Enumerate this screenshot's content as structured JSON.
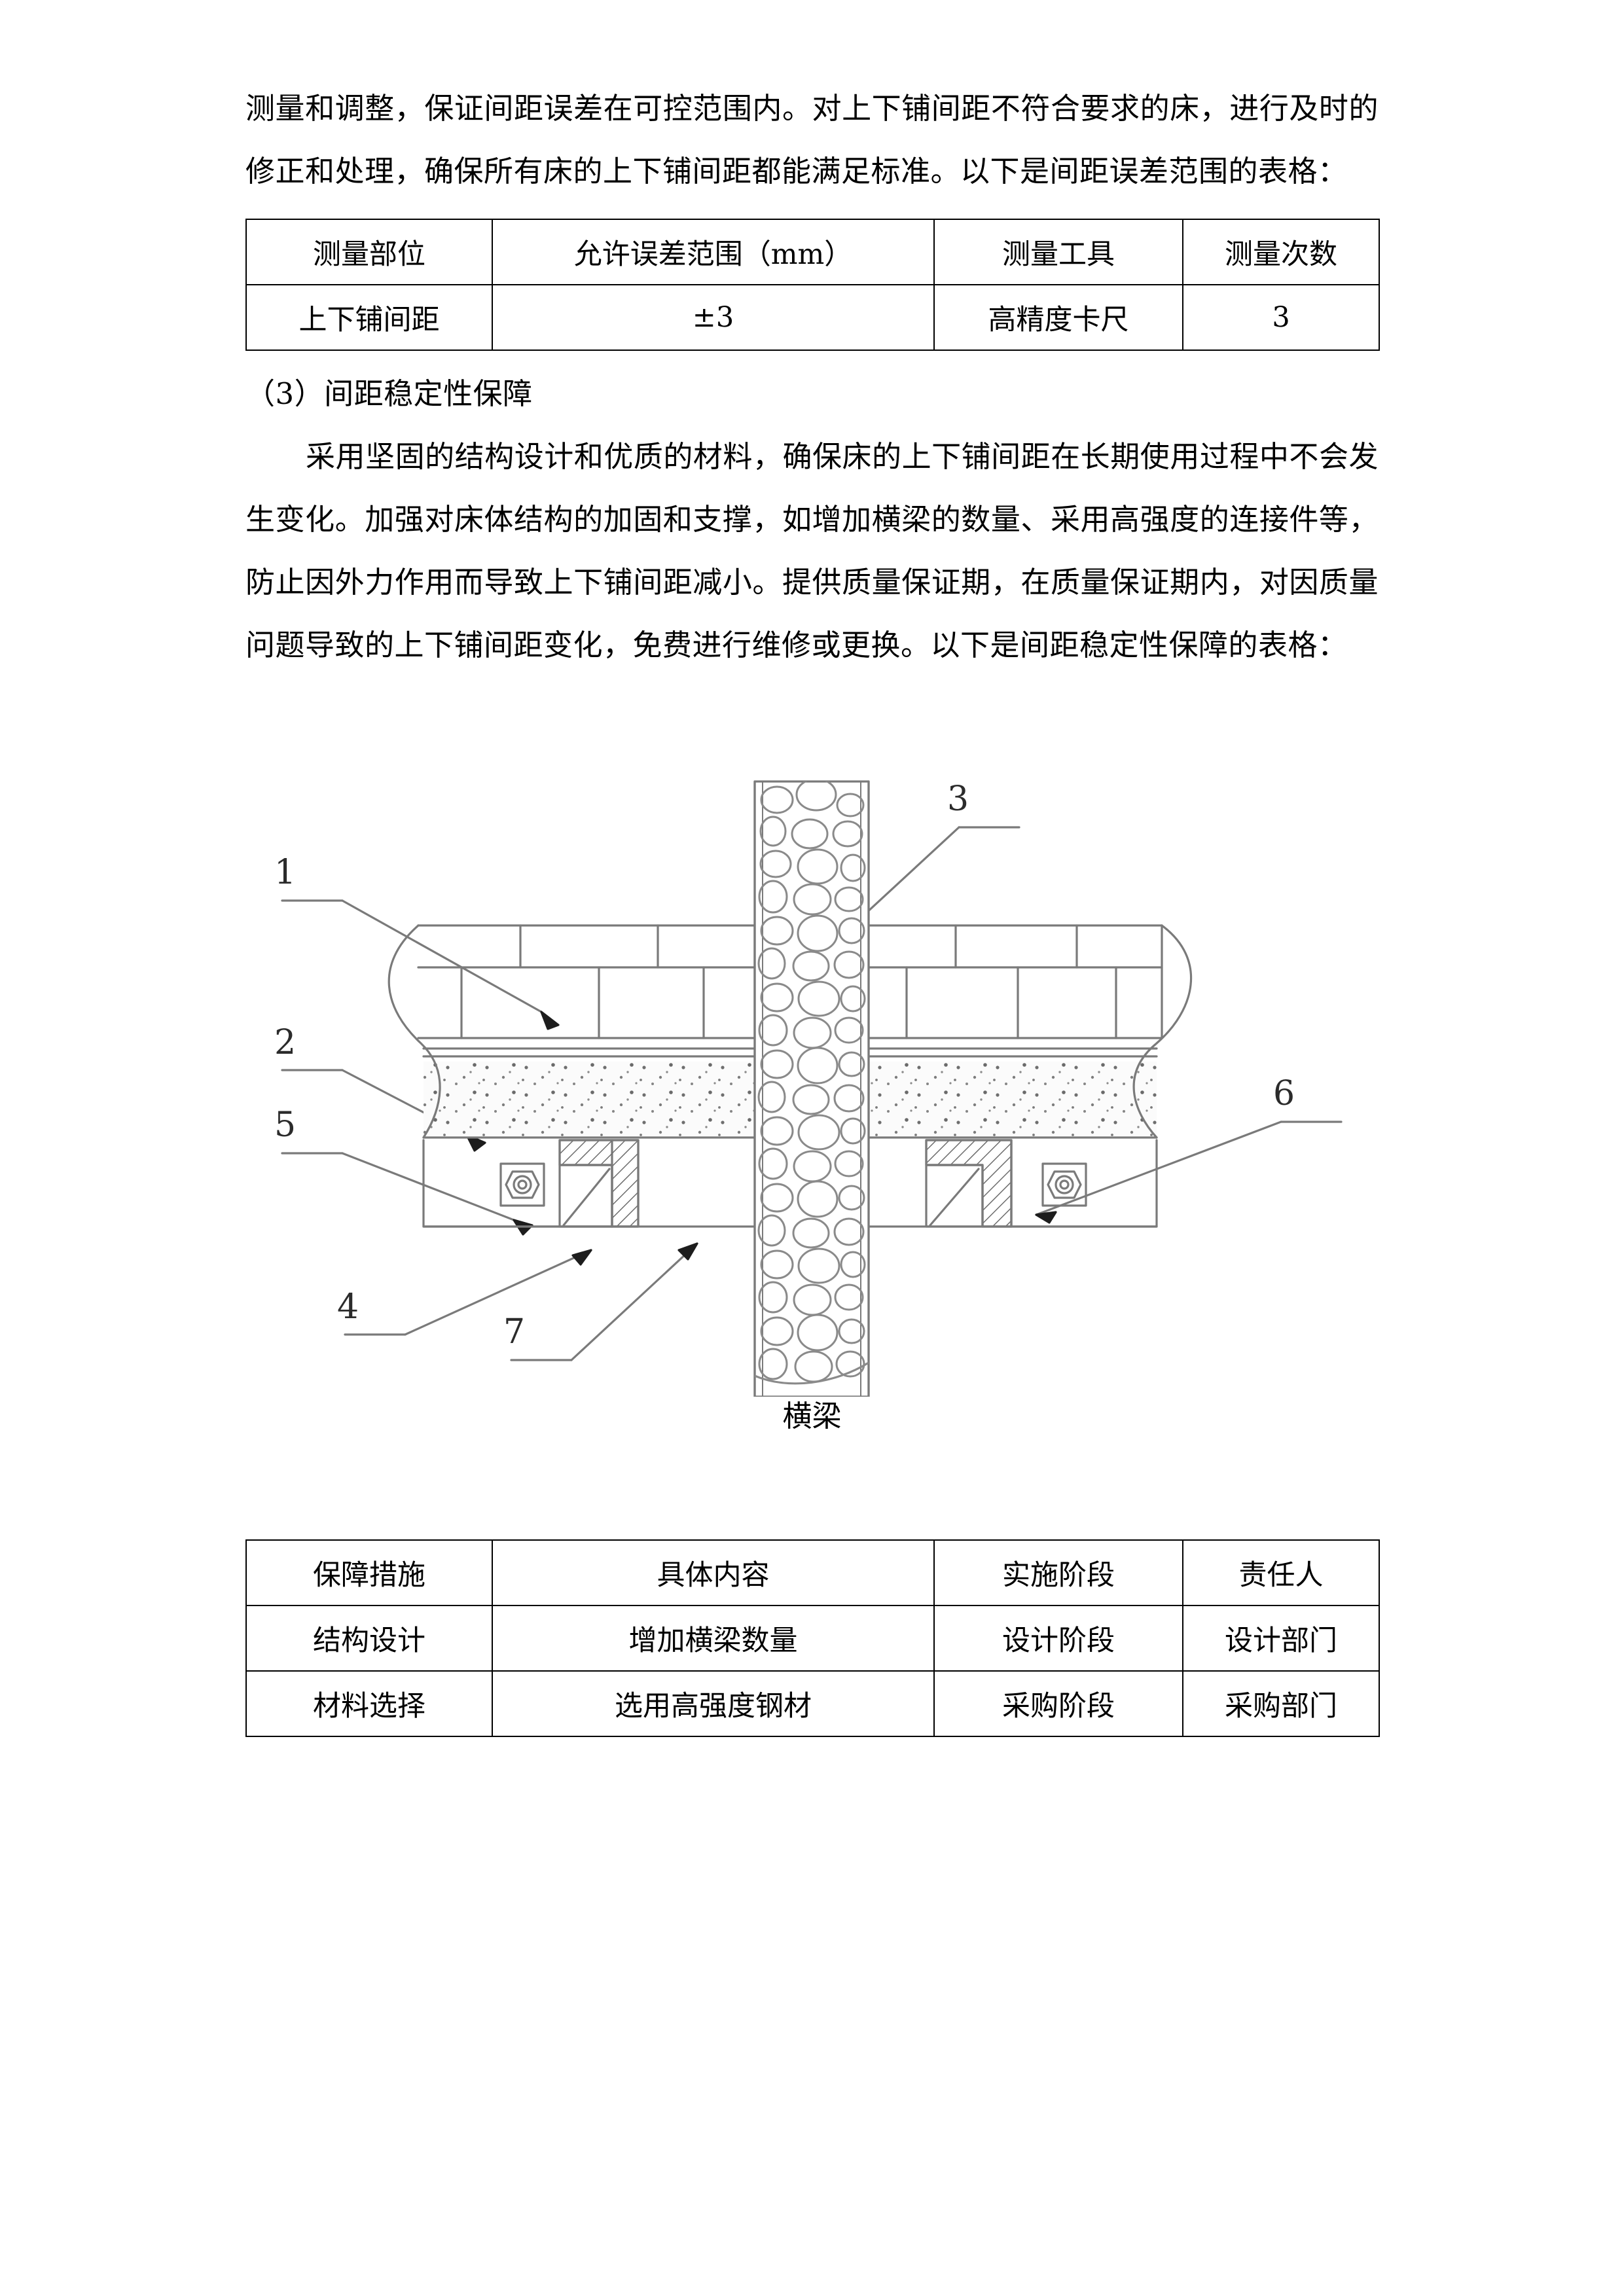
{
  "document": {
    "paragraphs": [
      {
        "id": "p1",
        "text": "测量和调整，保证间距误差在可控范围内。对上下铺间距不符合要求的床，进行及时的修正和处理，确保所有床的上下铺间距都能满足标准。以下是间距误差范围的表格："
      },
      {
        "id": "p2",
        "text": "（3）间距稳定性保障"
      },
      {
        "id": "p3",
        "text": "采用坚固的结构设计和优质的材料，确保床的上下铺间距在长期使用过程中不会发生变化。加强对床体结构的加固和支撑，如增加横梁的数量、采用高强度的连接件等，防止因外力作用而导致上下铺间距减小。提供质量保证期，在质量保证期内，对因质量问题导致的上下铺间距变化，免费进行维修或更换。以下是间距稳定性保障的表格："
      }
    ],
    "table_tolerance": {
      "headers": [
        "测量部位",
        "允许误差范围（mm）",
        "测量工具",
        "测量次数"
      ],
      "rows": [
        [
          "上下铺间距",
          "±3",
          "高精度卡尺",
          "3"
        ]
      ]
    },
    "figure": {
      "caption": "横梁",
      "callouts": [
        {
          "id": "1",
          "label": "1"
        },
        {
          "id": "2",
          "label": "2"
        },
        {
          "id": "3",
          "label": "3"
        },
        {
          "id": "4",
          "label": "4"
        },
        {
          "id": "5",
          "label": "5"
        },
        {
          "id": "6",
          "label": "6"
        },
        {
          "id": "7",
          "label": "7"
        }
      ]
    },
    "table_stability": {
      "headers": [
        "保障措施",
        "具体内容",
        "实施阶段",
        "责任人"
      ],
      "rows": [
        [
          "结构设计",
          "增加横梁数量",
          "设计阶段",
          "设计部门"
        ],
        [
          "材料选择",
          "选用高强度钢材",
          "采购阶段",
          "采购部门"
        ]
      ]
    },
    "colors": {
      "text": "#000000",
      "line": "#000000",
      "diagram_line": "#7a7a7a",
      "diagram_dark": "#4a4a4a",
      "page_bg": "#ffffff"
    }
  }
}
